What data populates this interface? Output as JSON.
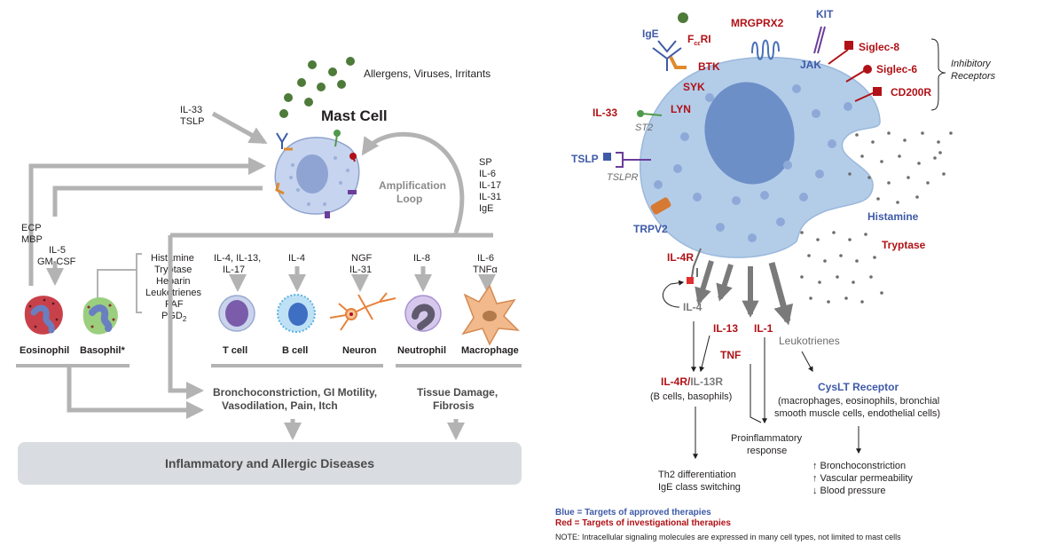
{
  "left": {
    "inputs": {
      "allergens": "Allergens, Viruses, Irritants",
      "il33": "IL-33",
      "tslp": "TSLP"
    },
    "mast_cell_title": "Mast Cell",
    "amplification": {
      "line1": "Amplification",
      "line2": "Loop"
    },
    "loop_mediators": [
      "SP",
      "IL-6",
      "IL-17",
      "IL-31",
      "IgE"
    ],
    "eos_mediators": [
      "ECP",
      "MBP"
    ],
    "il5_mediators": [
      "IL-5",
      "GM-CSF"
    ],
    "granule_mediators": [
      "Histamine",
      "Tryptase",
      "Heparin",
      "Leukotrienes",
      "PAF",
      "PGD"
    ],
    "subscript_2": "2",
    "target_mediators": {
      "t_cell": [
        "IL-4, IL-13,",
        "IL-17"
      ],
      "b_cell": [
        "IL-4"
      ],
      "neuron": [
        "NGF",
        "IL-31"
      ],
      "neutrophil": [
        "IL-8"
      ],
      "macrophage": [
        "IL-6",
        "TNFα"
      ]
    },
    "cells": {
      "eosinophil": "Eosinophil",
      "basophil": "Basophil*",
      "t_cell": "T cell",
      "b_cell": "B cell",
      "neuron": "Neuron",
      "neutrophil": "Neutrophil",
      "macrophage": "Macrophage"
    },
    "outcomes": {
      "broncho": [
        "Bronchoconstriction, GI Motility,",
        "Vasodilation, Pain, Itch"
      ],
      "tissue": [
        "Tissue Damage,",
        "Fibrosis"
      ]
    },
    "disease_box": "Inflammatory and Allergic Diseases"
  },
  "right": {
    "receptors": {
      "ige": "IgE",
      "fceri_main": "F",
      "fceri_sub": "cε",
      "fceri_tail": "RI",
      "mrgprx2": "MRGPRX2",
      "kit": "KIT",
      "jak": "JAK",
      "btk": "BTK",
      "syk": "SYK",
      "lyn": "LYN",
      "il33": "IL-33",
      "st2": "ST2",
      "tslp": "TSLP",
      "tslpr": "TSLPR",
      "trpv2": "TRPV2",
      "il4r": "IL-4R",
      "siglec8": "Siglec-8",
      "siglec6": "Siglec-6",
      "cd200r": "CD200R",
      "inhibitory": [
        "Inhibitory",
        "Receptors"
      ]
    },
    "released": {
      "histamine": "Histamine",
      "tryptase": "Tryptase"
    },
    "mediators": {
      "il4": "IL-4",
      "il13": "IL-13",
      "il1": "IL-1",
      "tnf": "TNF",
      "leukotrienes": "Leukotrienes",
      "il4r_il13r_a": "IL-4R/",
      "il4r_il13r_b": "IL-13R",
      "b_cells_basophils": "(B cells, basophils)",
      "cyslt": "CysLT Receptor",
      "cyslt_desc": [
        "(macrophages, eosinophils, bronchial",
        "smooth muscle cells, endothelial cells)"
      ]
    },
    "effects": {
      "th2": [
        "Th2 differentiation",
        "IgE class switching"
      ],
      "proinflammatory": [
        "Proinflammatory",
        "response"
      ],
      "physiology": [
        "↑ Bronchoconstriction",
        "↑ Vascular permeability",
        "↓ Blood pressure"
      ]
    },
    "legend": {
      "blue": "Blue = Targets of approved therapies",
      "red": "Red = Targets of investigational therapies",
      "note": "NOTE: Intracellular signaling molecules are expressed in many cell types, not limited to mast cells"
    }
  },
  "colors": {
    "arrow_gray": "#b3b3b3",
    "text_dark": "#231f20",
    "blue_label": "#3e5aa8",
    "red_label": "#b01116",
    "cell_blue": "#b3cde9",
    "nucleus_blue": "#6d8fc8",
    "disease_box": "#d9dde1"
  }
}
